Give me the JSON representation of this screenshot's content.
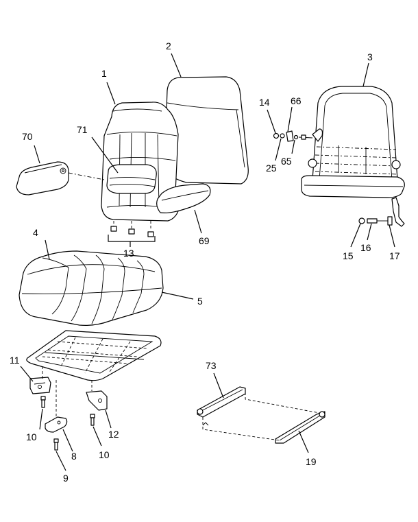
{
  "callouts": {
    "c1": "1",
    "c2": "2",
    "c3": "3",
    "c4": "4",
    "c5": "5",
    "c8": "8",
    "c9": "9",
    "c10a": "10",
    "c10b": "10",
    "c11": "11",
    "c12": "12",
    "c13": "13",
    "c14": "14",
    "c15": "15",
    "c16": "16",
    "c17": "17",
    "c19": "19",
    "c25": "25",
    "c65": "65",
    "c66": "66",
    "c69": "69",
    "c70": "70",
    "c71": "71",
    "c73": "73"
  }
}
